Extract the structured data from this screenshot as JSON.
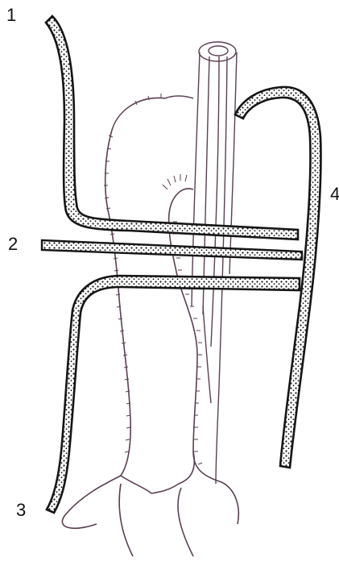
{
  "labels": {
    "one": "1",
    "two": "2",
    "three": "3",
    "four": "4"
  },
  "colors": {
    "ink": "#151515",
    "vessel_ink": "#5a3f52",
    "paper": "#ffffff"
  }
}
